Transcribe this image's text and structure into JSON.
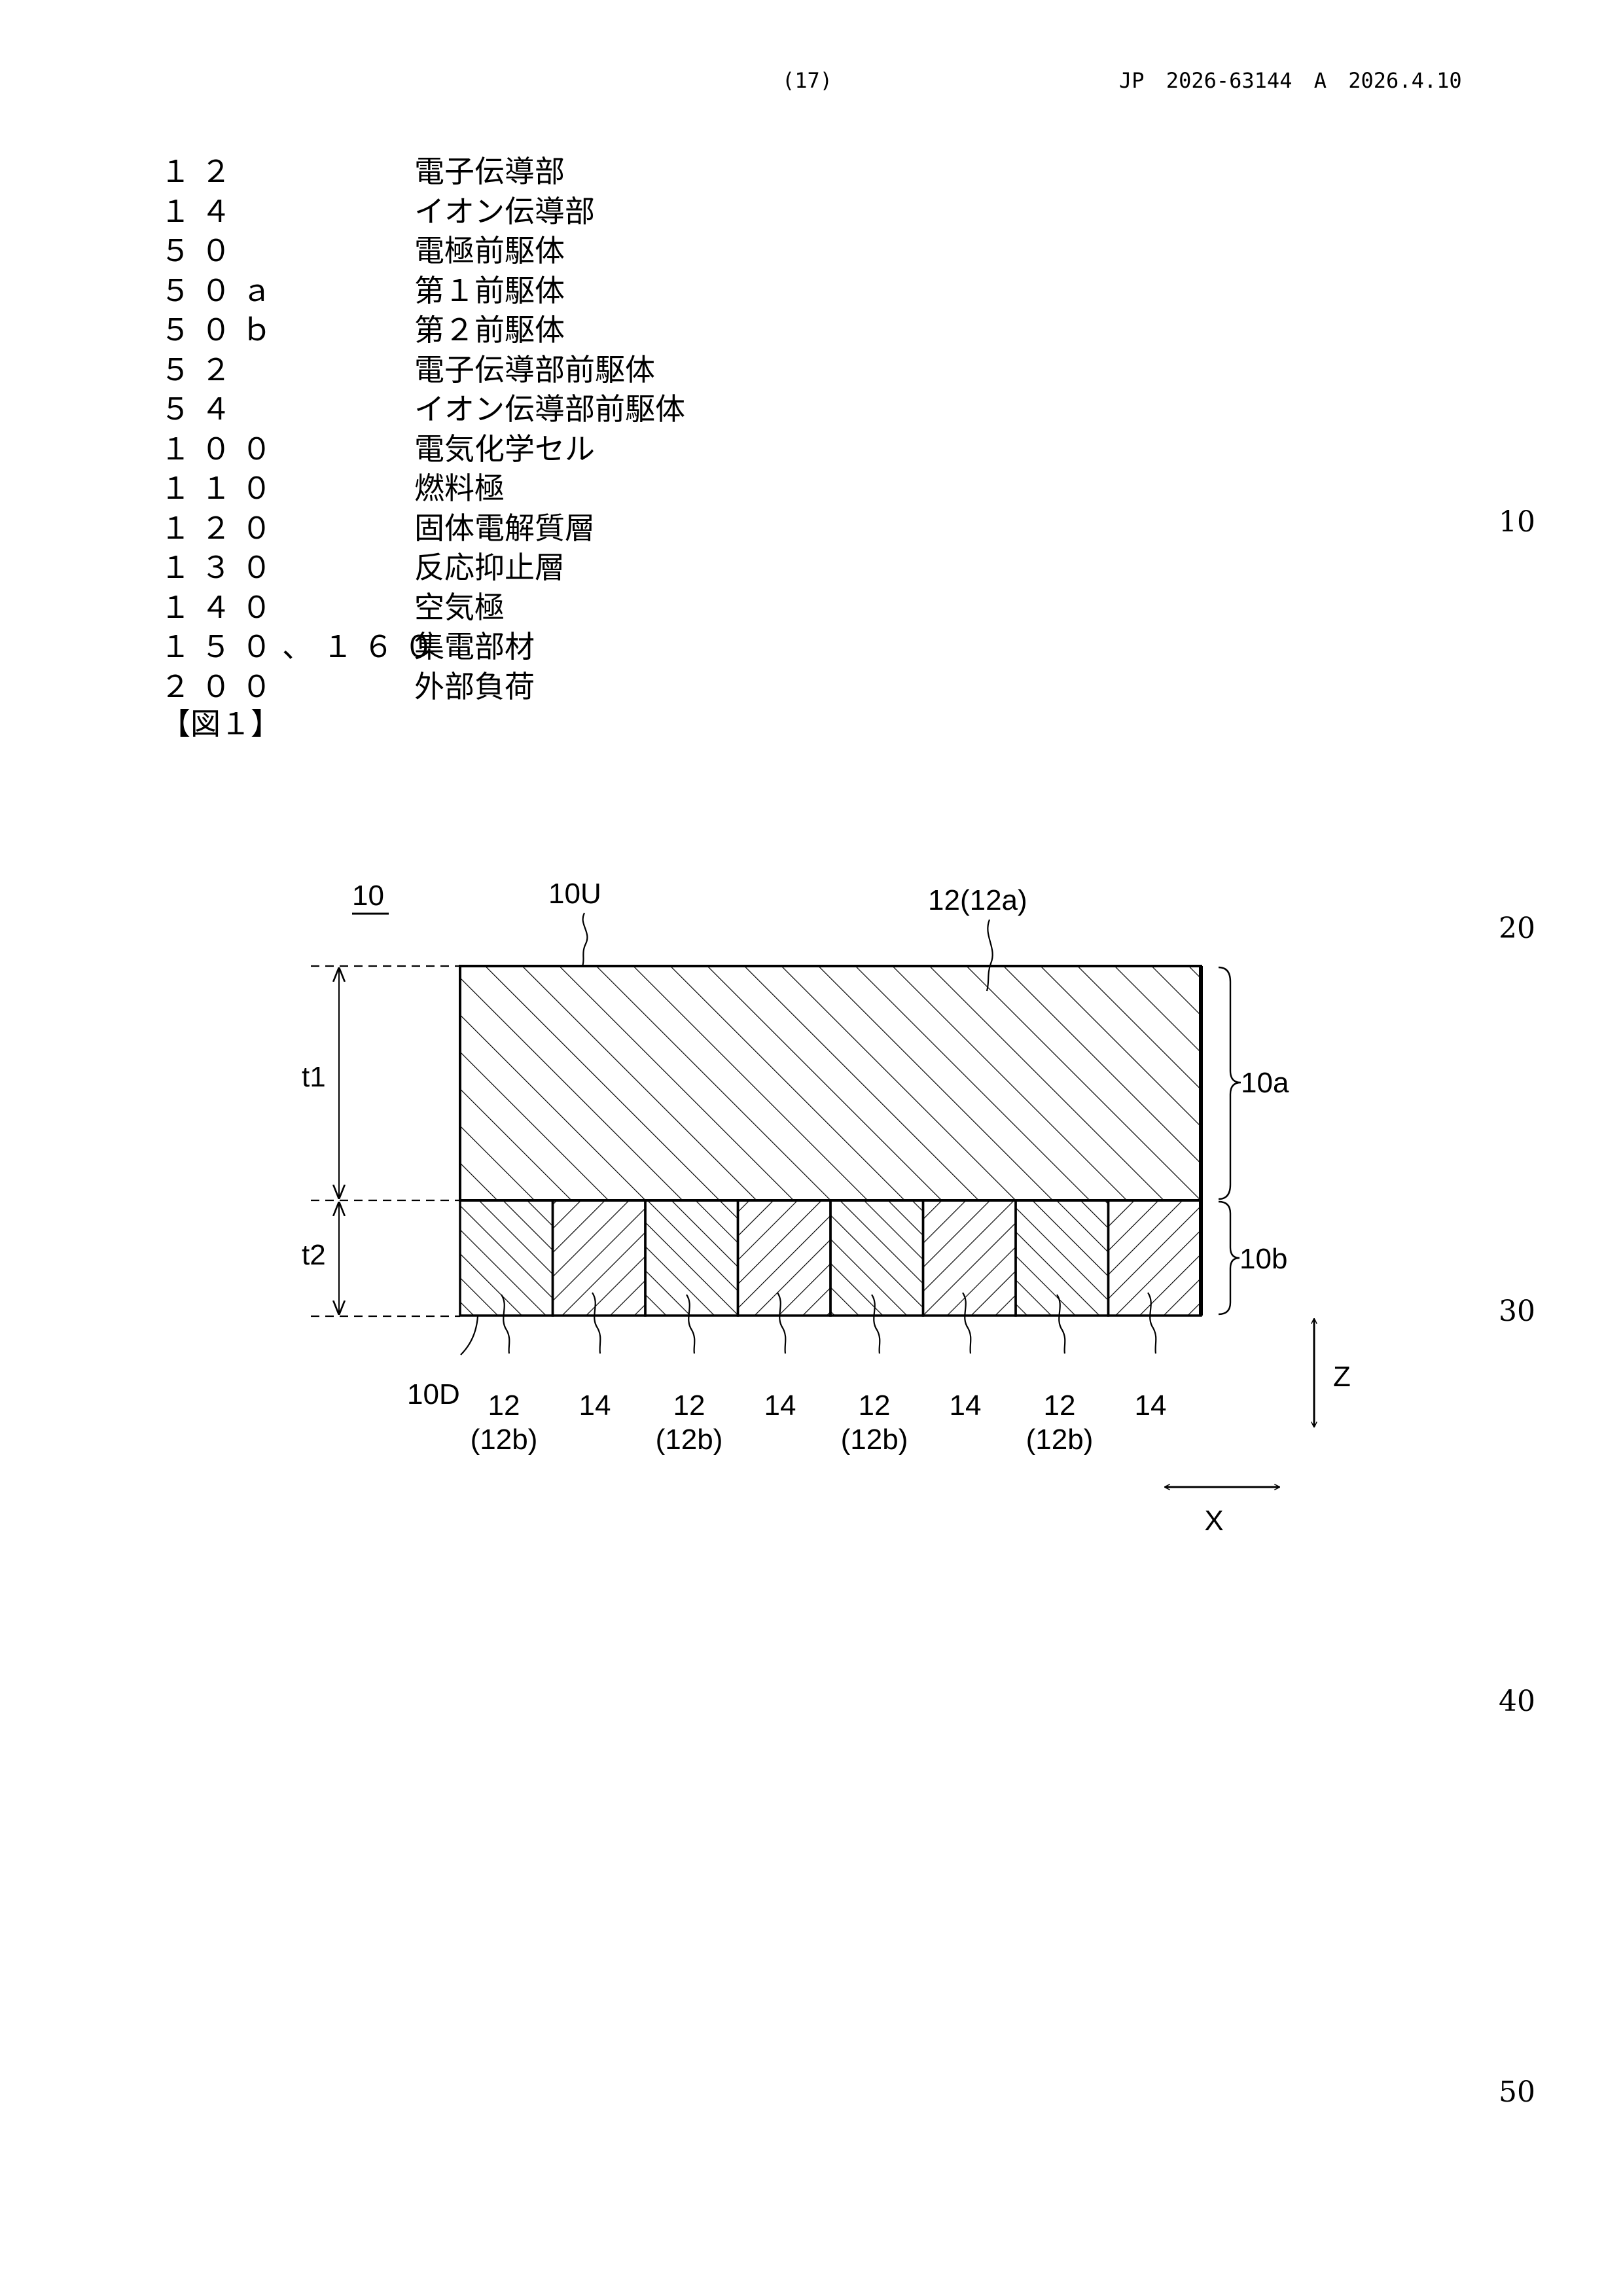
{
  "header": {
    "page_number": "(17)",
    "publication": "JP  2026-63144  A  2026.4.10"
  },
  "reference_list": [
    {
      "num": "１２",
      "label": "電子伝導部"
    },
    {
      "num": "１４",
      "label": "イオン伝導部"
    },
    {
      "num": "５０",
      "label": "電極前駆体"
    },
    {
      "num": "５０ａ",
      "label": "第１前駆体"
    },
    {
      "num": "５０ｂ",
      "label": "第２前駆体"
    },
    {
      "num": "５２",
      "label": "電子伝導部前駆体"
    },
    {
      "num": "５４",
      "label": "イオン伝導部前駆体"
    },
    {
      "num": "１００",
      "label": "電気化学セル"
    },
    {
      "num": "１１０",
      "label": "燃料極"
    },
    {
      "num": "１２０",
      "label": "固体電解質層"
    },
    {
      "num": "１３０",
      "label": "反応抑止層"
    },
    {
      "num": "１４０",
      "label": "空気極"
    },
    {
      "num": "１５０、１６０",
      "label": "集電部材"
    },
    {
      "num": "２００",
      "label": "外部負荷"
    }
  ],
  "figure_caption": "【図１】",
  "line_numbers": [
    "10",
    "20",
    "30",
    "40",
    "50"
  ],
  "figure": {
    "ref_main": "10",
    "label_top_surface": "10U",
    "label_upper_layer": "12(12a)",
    "label_t1": "t1",
    "label_t2": "t2",
    "label_10a": "10a",
    "label_10b": "10b",
    "label_bottom_surface": "10D",
    "bottom_labels": [
      {
        "num": "12",
        "sub": "(12b)"
      },
      {
        "num": "14",
        "sub": ""
      },
      {
        "num": "12",
        "sub": "(12b)"
      },
      {
        "num": "14",
        "sub": ""
      },
      {
        "num": "12",
        "sub": "(12b)"
      },
      {
        "num": "14",
        "sub": ""
      },
      {
        "num": "12",
        "sub": "(12b)"
      },
      {
        "num": "14",
        "sub": ""
      }
    ],
    "axis_z": "Z",
    "axis_x": "X"
  }
}
